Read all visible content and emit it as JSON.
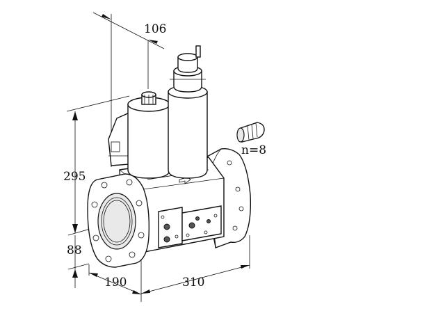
{
  "dimensions": {
    "d106": "106",
    "d295": "295",
    "d88": "88",
    "d190": "190",
    "d310": "310"
  },
  "annotations": {
    "bolt_count": "n=8"
  }
}
